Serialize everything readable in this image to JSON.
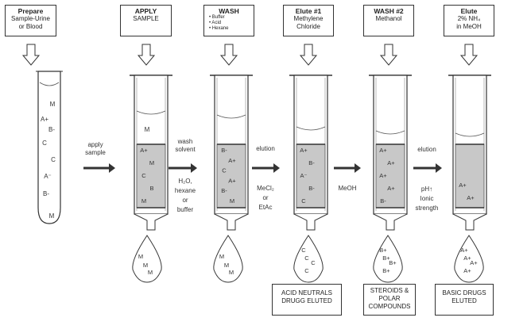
{
  "steps": [
    {
      "title": "Prepare",
      "lines": [
        "Sample-Urine",
        "or Blood"
      ],
      "bullets": []
    },
    {
      "title": "APPLY",
      "lines": [
        "SAMPLE"
      ],
      "bullets": []
    },
    {
      "title": "WASH",
      "lines": [],
      "bullets": [
        "• Buffer",
        "• Acid",
        "• Hexane"
      ]
    },
    {
      "title": "Elute #1",
      "lines": [
        "Methylene",
        "Chloride"
      ],
      "bullets": []
    },
    {
      "title": "WASH #2",
      "lines": [
        "Methanol"
      ],
      "bullets": []
    },
    {
      "title": "Elute",
      "lines": [
        "2% NH₄",
        "in MeOH"
      ],
      "bullets": []
    }
  ],
  "tube_sample_labels": [
    "M",
    "A+",
    "B-",
    "C",
    "C",
    "A⁻",
    "B-",
    "M"
  ],
  "column_contents": [
    {
      "top": [
        "M"
      ],
      "bed": [
        "A+",
        "M",
        "C",
        "B",
        "M"
      ]
    },
    {
      "top": [],
      "bed": [
        "B-",
        "A+",
        "C",
        "A+",
        "B-",
        "M"
      ]
    },
    {
      "top": [],
      "bed": [
        "A+",
        "B-",
        "A⁻",
        "B-",
        "C"
      ]
    },
    {
      "top": [],
      "bed": [
        "A+",
        "A+",
        "A+",
        "A+",
        "B-"
      ]
    },
    {
      "top": [],
      "bed": [
        "A+",
        "A+"
      ]
    }
  ],
  "drops": [
    [
      "M",
      "M",
      "M"
    ],
    [
      "M",
      "M",
      "M"
    ],
    [
      "C",
      "C",
      "C",
      "C"
    ],
    [
      "B+",
      "B+",
      "B+",
      "B+"
    ],
    [
      "A+",
      "A+",
      "A+",
      "A+"
    ]
  ],
  "arrow_labels": [
    [
      "apply",
      "sample"
    ],
    [
      "wash",
      "solvent",
      "",
      "H₂O,",
      "hexane",
      "or",
      "buffer"
    ],
    [
      "elution",
      "",
      "",
      "MeCl₂",
      "or",
      "EtAc"
    ],
    [
      "",
      "",
      "",
      "MeOH"
    ],
    [
      "elution",
      "",
      "",
      "pH↑",
      "Ionic",
      "strength"
    ]
  ],
  "results": [
    [
      "ACID NEUTRALS",
      "DRUGG ELUTED"
    ],
    [
      "STEROIDS &",
      "POLAR",
      "COMPOUNDS"
    ],
    [
      "BASIC DRUGS",
      "ELUTED"
    ]
  ]
}
